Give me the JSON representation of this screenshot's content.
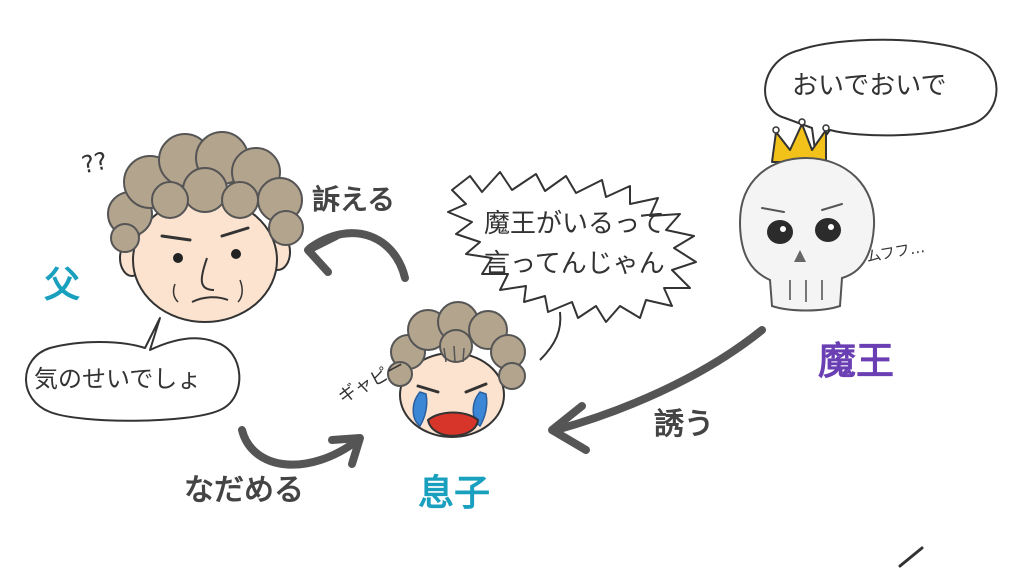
{
  "labels": {
    "father": "父",
    "son": "息子",
    "demon_king": "魔王"
  },
  "verbs": {
    "appeal": "訴える",
    "soothe": "なだめる",
    "lure": "誘う"
  },
  "speech": {
    "demon_king": "おいでおいで",
    "son_line1": "魔王がいるって",
    "son_line2": "言ってんじゃん",
    "father": "気のせいでしょ"
  },
  "sound_effects": {
    "father_confused": "??",
    "son_crying": "ギャピー",
    "demon_laugh": "ムフフ…"
  },
  "colors": {
    "father_label": "#1aa0bf",
    "son_label": "#1aa0bf",
    "demon_label": "#6a3fb4",
    "arrow": "#555555",
    "crown": "#f2c21b",
    "hair": "#b3a48e",
    "skin": "#fbe3cf",
    "tears": "#3c86d6",
    "mouth": "#d8352a",
    "skull": "#f4f4f4",
    "line": "#333333"
  }
}
